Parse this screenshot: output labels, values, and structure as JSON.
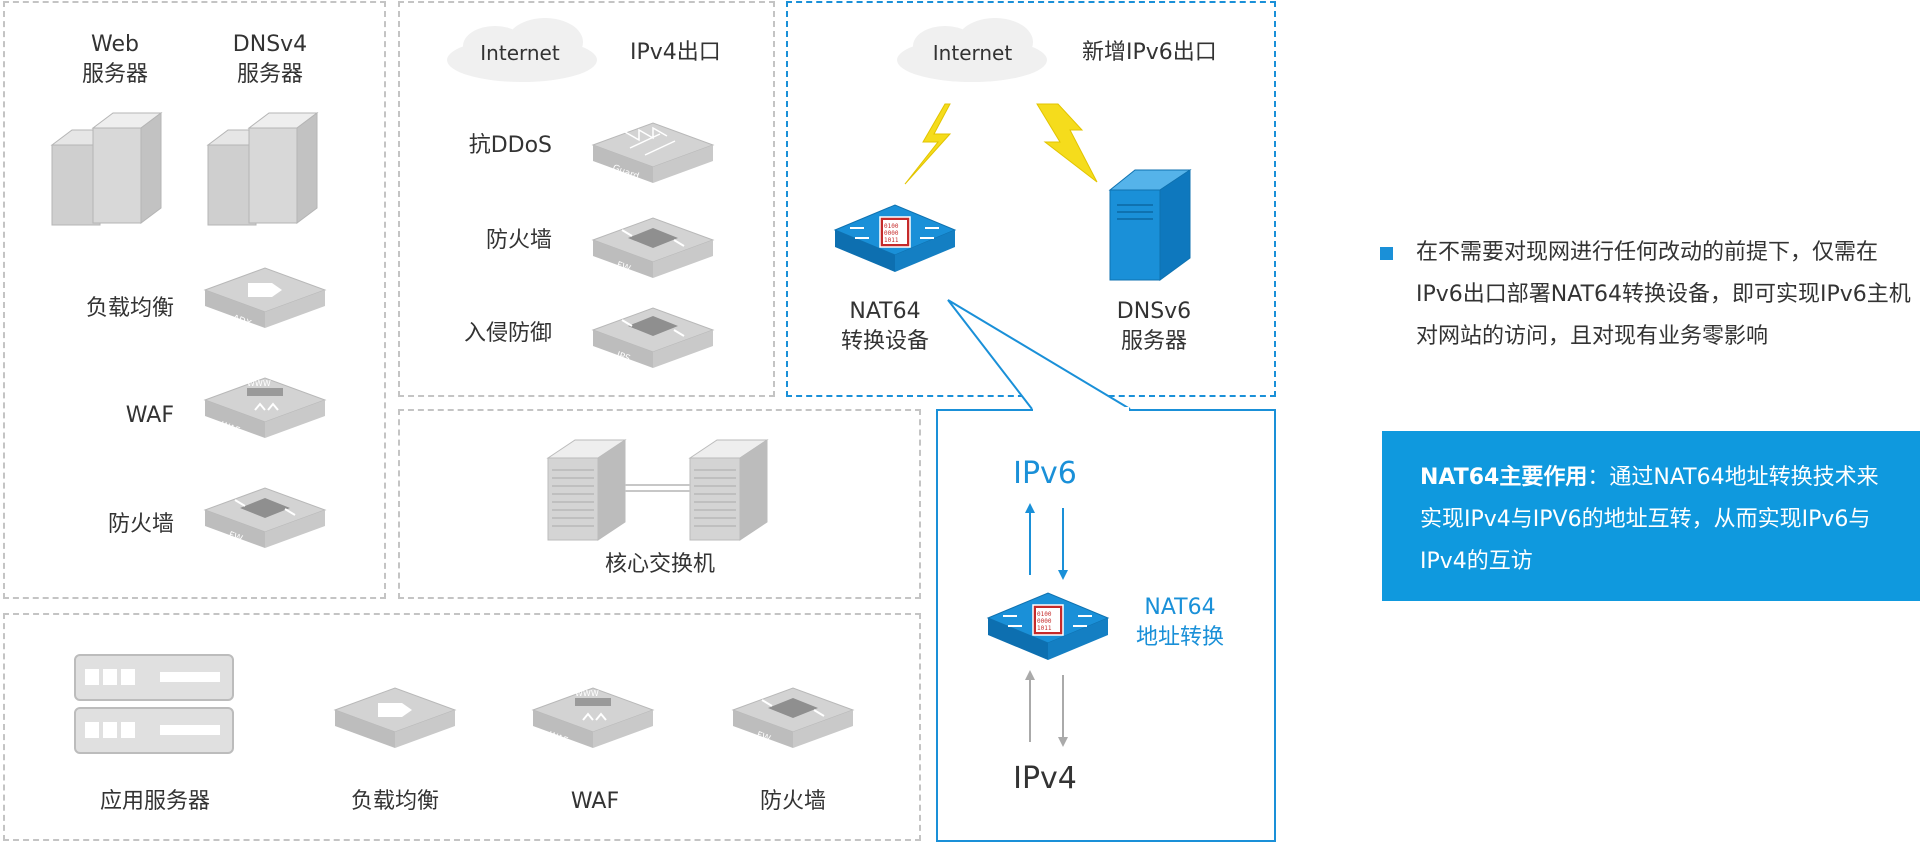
{
  "left_column": {
    "web_server_label": "Web\n服务器",
    "dns4_server_label": "DNSv4\n服务器",
    "load_balance_label": "负载均衡",
    "waf_label": "WAF",
    "firewall_label": "防火墙"
  },
  "ipv4_exit": {
    "internet_label": "Internet",
    "exit_label": "IPv4出口",
    "anti_ddos_label": "抗DDoS",
    "firewall_label": "防火墙",
    "ips_label": "入侵防御"
  },
  "ipv6_exit": {
    "internet_label": "Internet",
    "exit_label": "新增IPv6出口",
    "nat64_label": "NAT64\n转换设备",
    "dns6_label": "DNSv6\n服务器"
  },
  "core": {
    "switch_label": "核心交换机"
  },
  "app_zone": {
    "app_server_label": "应用服务器",
    "load_balance_label": "负载均衡",
    "waf_label": "WAF",
    "firewall_label": "防火墙"
  },
  "nat_detail": {
    "ipv6_label": "IPv6",
    "ipv4_label": "IPv4",
    "nat_label": "NAT64\n地址转换"
  },
  "device_tags": {
    "guard": "Guard",
    "fw": "FW",
    "ips": "IPS",
    "adx": "ADX",
    "waf": "WAF",
    "www": "WWW",
    "nat_code": "0100\n0000\n1011"
  },
  "note_text": "在不需要对现网进行任何改动的前提下，仅需在IPv6出口部署NAT64转换设备，即可实现IPv6主机对网站的访问，且对现有业务零影响",
  "panel": {
    "title": "NAT64主要作用",
    "body": "通过NAT64地址转换技术来实现IPv4与IPV6的地址互转，从而实现IPv6与IPv4的互访"
  },
  "colors": {
    "accent": "#1a90d8",
    "panel_bg": "#0f99de",
    "dashed_gray": "#c4c4c4",
    "bolt": "#f5dc1c"
  }
}
